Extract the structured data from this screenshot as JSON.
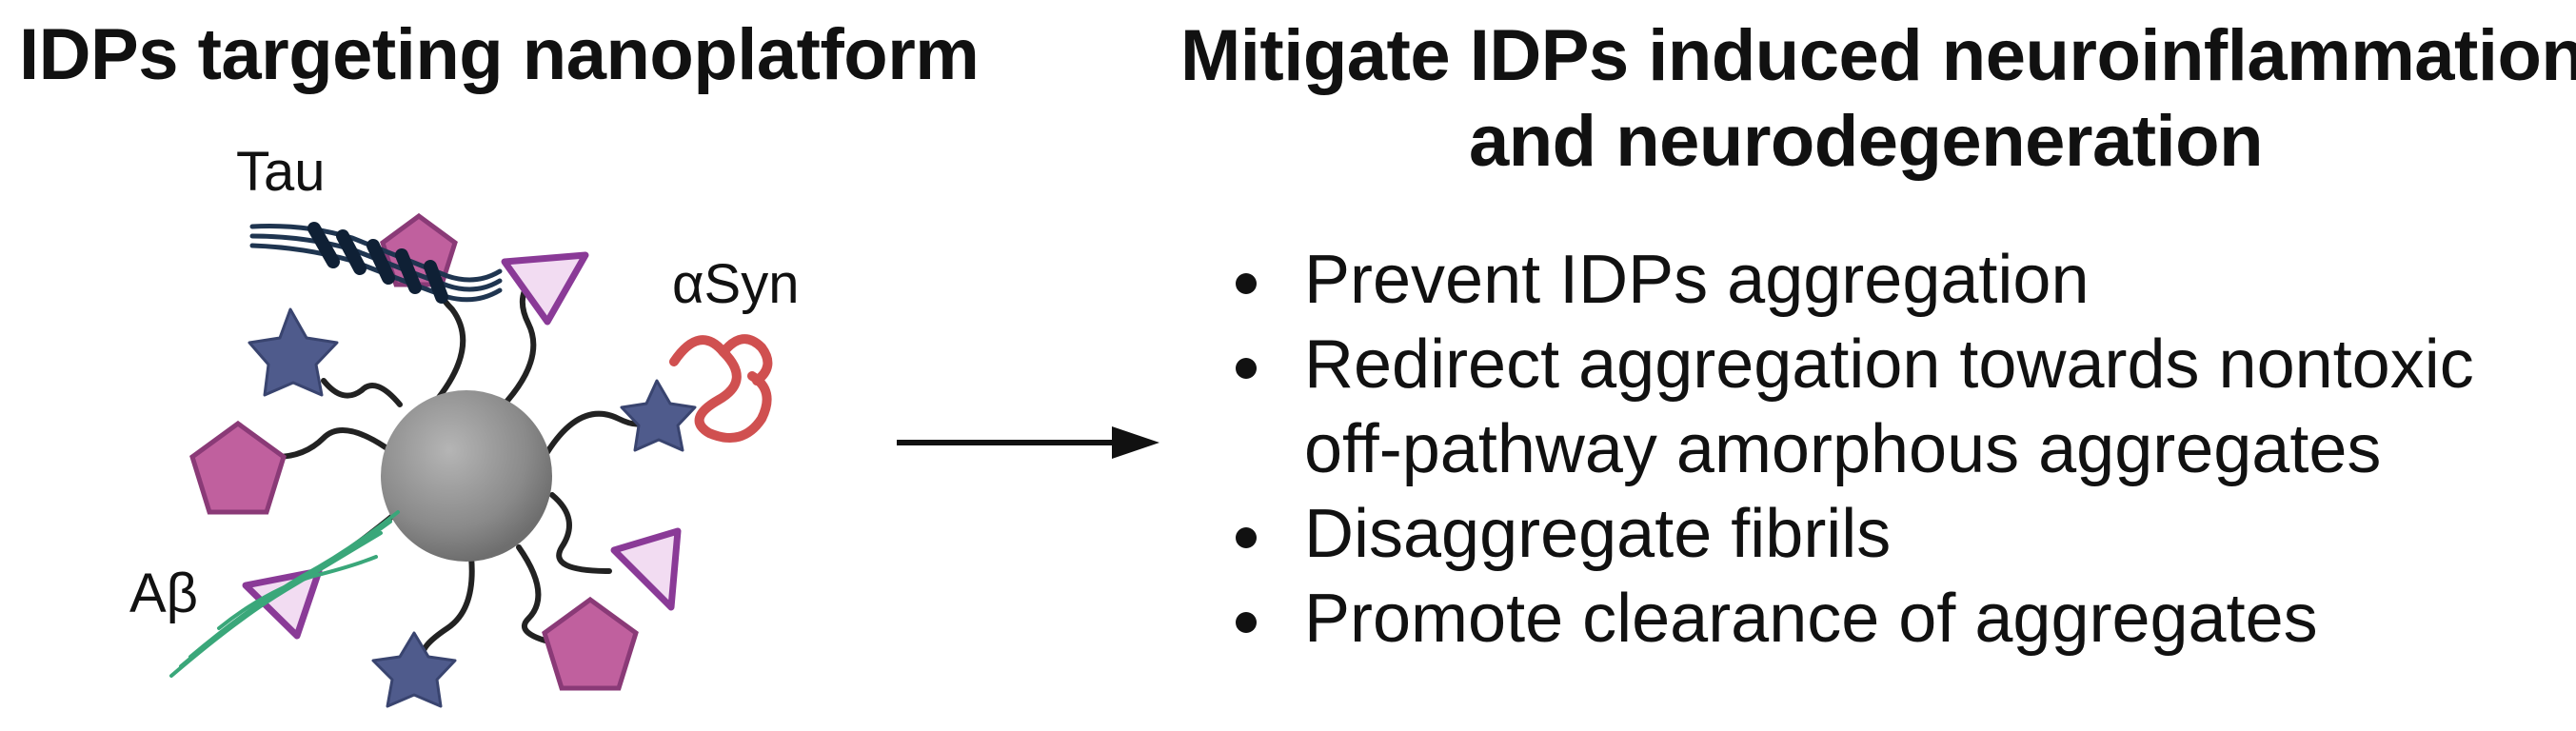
{
  "left_title": "IDPs targeting nanoplatform",
  "right_title": {
    "line1": "Mitigate IDPs induced neuroinflammation",
    "line2": "and neurodegeneration"
  },
  "labels": {
    "tau": "Tau",
    "asyn": "αSyn",
    "abeta": "Aβ"
  },
  "bullets": [
    {
      "text": "Prevent IDPs aggregation"
    },
    {
      "text": "Redirect aggregation towards nontoxic",
      "continuation": "off-pathway amorphous aggregates"
    },
    {
      "text": "Disaggregate fibrils"
    },
    {
      "text": "Promote clearance of aggregates"
    }
  ],
  "colors": {
    "nanoparticle": "#8a8a8a",
    "star_ligand": "#4f5b8c",
    "pentagon_ligand": "#c0609e",
    "triangle_ligand": "#8a3a97",
    "tau_fibril": "#1f3550",
    "asyn_protein": "#d05050",
    "abeta_fibril": "#3aa77a"
  }
}
